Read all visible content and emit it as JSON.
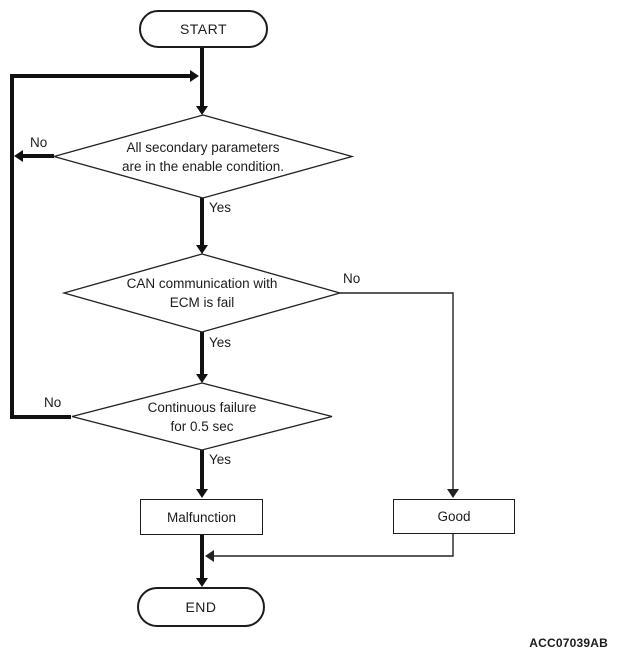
{
  "figure": {
    "code": "ACC07039AB",
    "type": "flowchart"
  },
  "colors": {
    "line_thin": "#222222",
    "line_thick": "#111111",
    "background": "#ffffff",
    "shape_fill": "#ffffff"
  },
  "nodes": {
    "start": {
      "label": "START",
      "shape": "terminator"
    },
    "decision_enable": {
      "shape": "decision",
      "line1": "All secondary parameters",
      "line2": "are in the enable condition."
    },
    "decision_can": {
      "shape": "decision",
      "line1": "CAN communication with",
      "line2": "ECM is fail"
    },
    "decision_failure": {
      "shape": "decision",
      "line1": "Continuous failure",
      "line2": "for 0.5 sec"
    },
    "malfunction": {
      "label": "Malfunction",
      "shape": "process"
    },
    "good": {
      "label": "Good",
      "shape": "process"
    },
    "end": {
      "label": "END",
      "shape": "terminator"
    }
  },
  "edges": {
    "enable_no": "No",
    "enable_yes": "Yes",
    "can_no": "No",
    "can_yes": "Yes",
    "failure_no": "No",
    "failure_yes": "Yes"
  }
}
